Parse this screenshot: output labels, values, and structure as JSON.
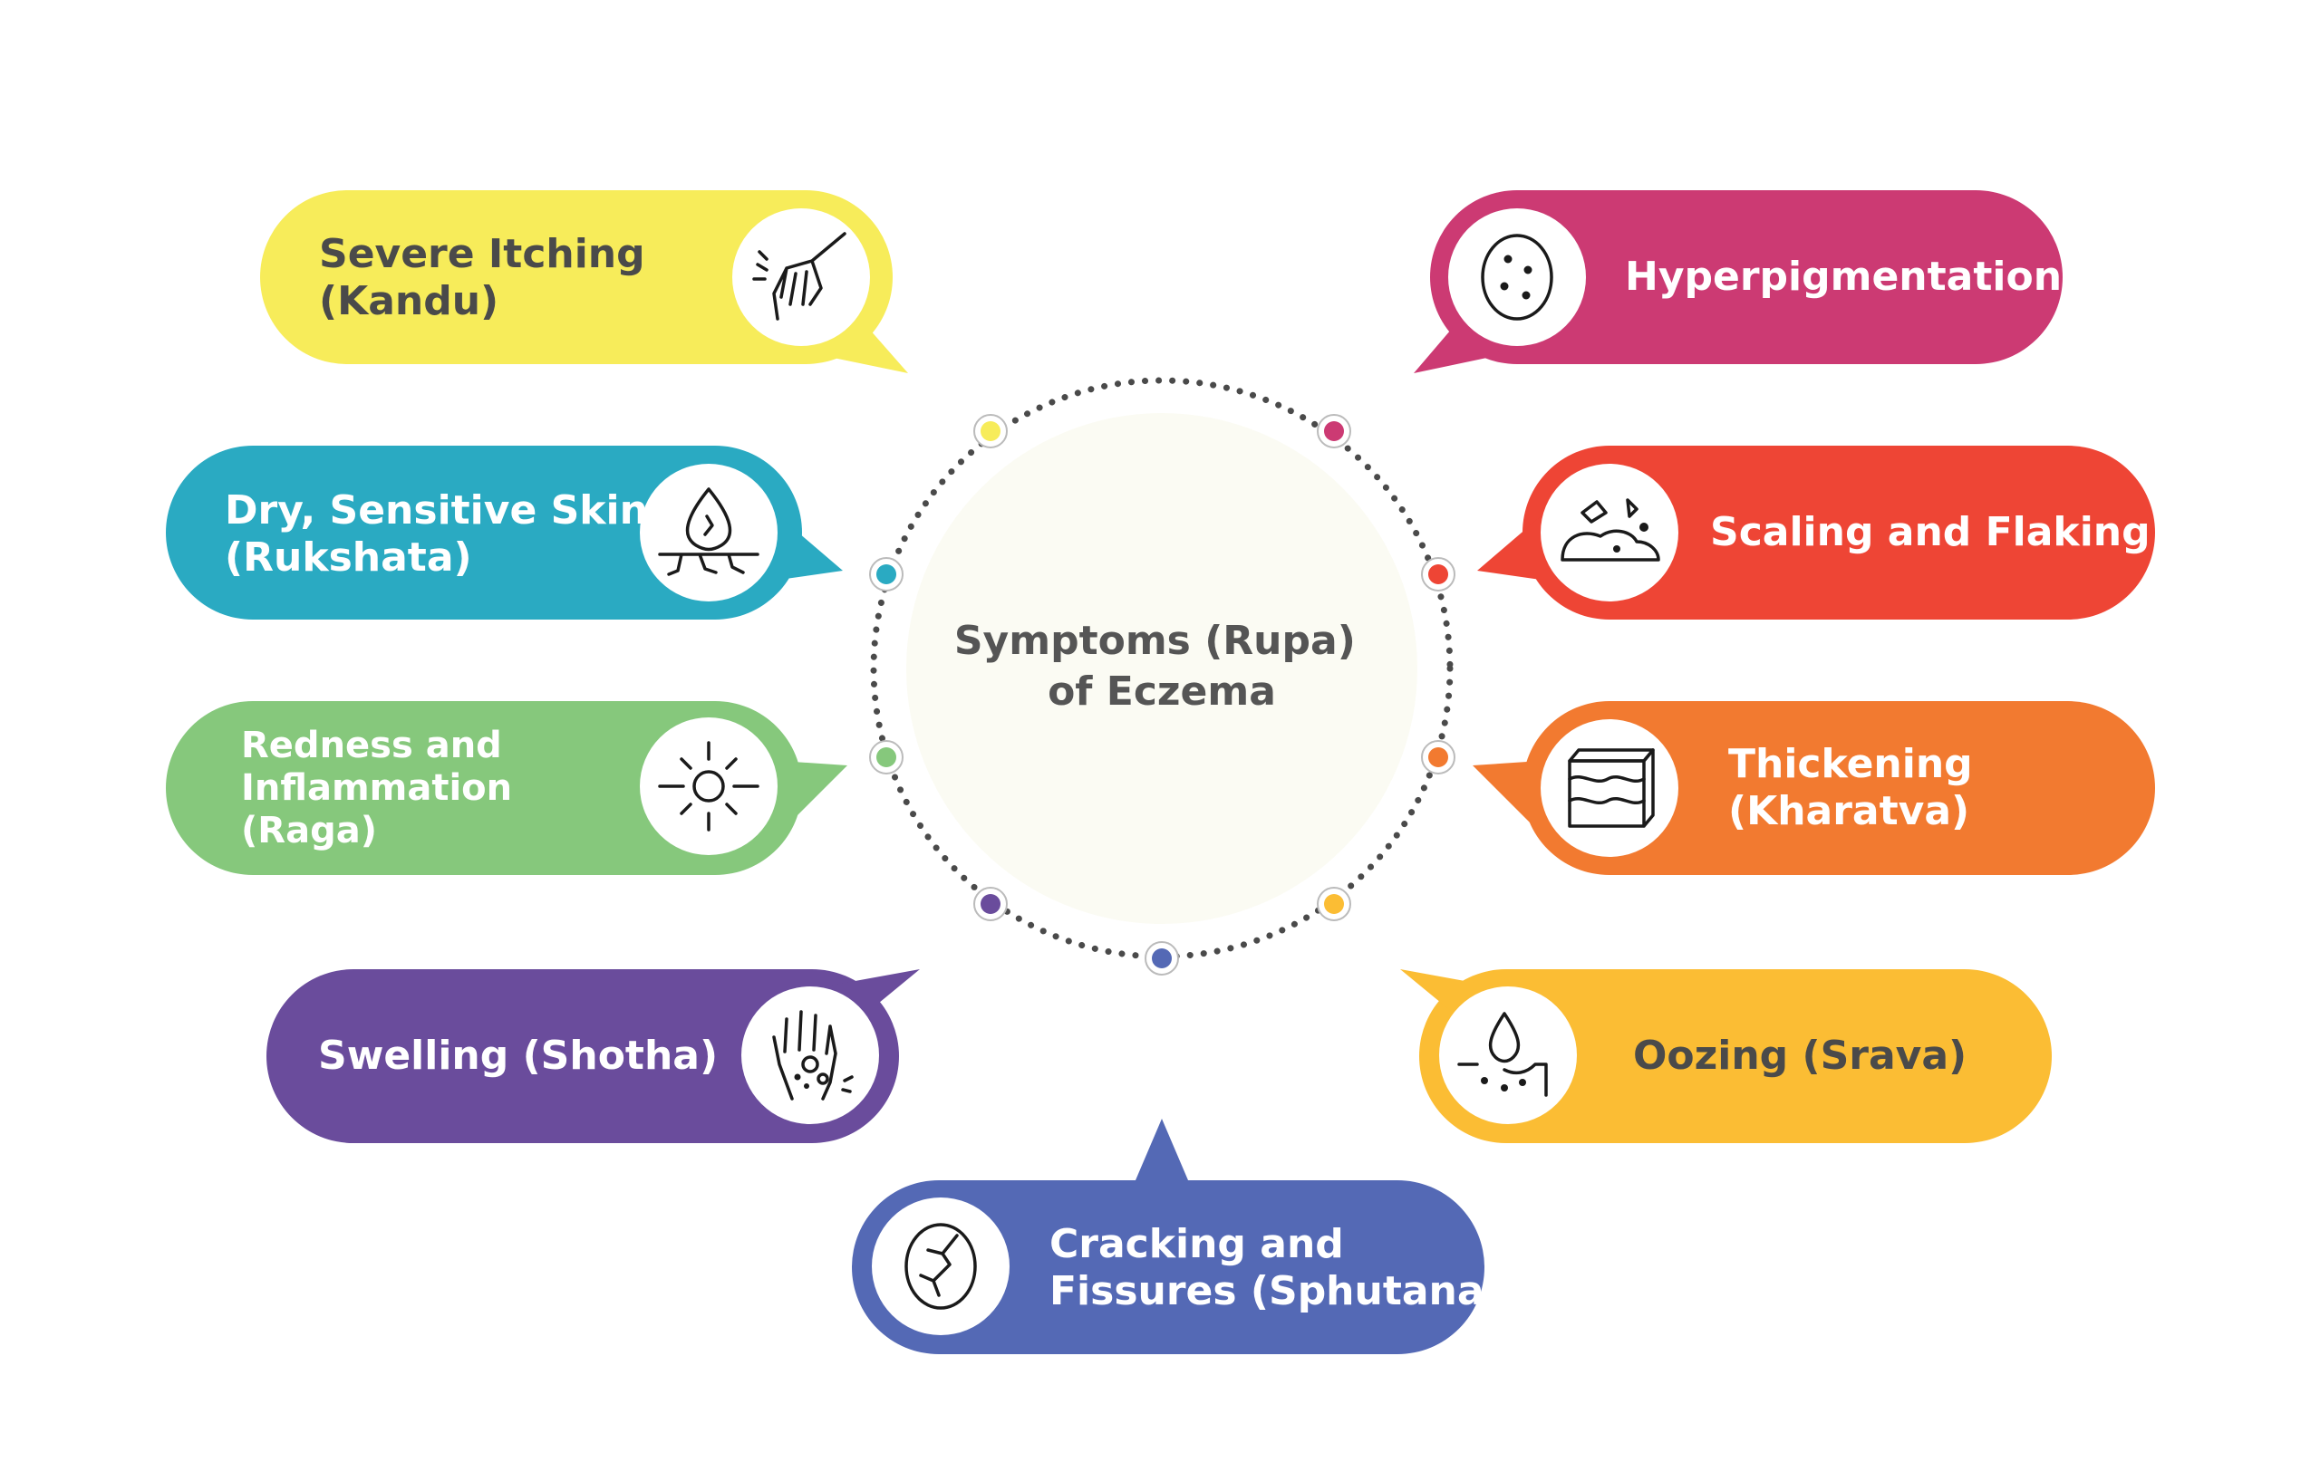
{
  "center": {
    "title_line1": "Symptoms (Rupa)",
    "title_line2": "of Eczema",
    "fill": "#fbfbf3",
    "text_color": "#555555",
    "dot_color": "#4a4a4a"
  },
  "symptoms": [
    {
      "id": "severe-itching",
      "lines": [
        "Severe Itching",
        "(Kandu)"
      ],
      "color": "#f7ec5a",
      "text_color": "#4a4a4a",
      "icon": "scratching-hand-icon"
    },
    {
      "id": "hyperpigmentation",
      "lines": [
        "Hyperpigmentation"
      ],
      "color": "#cc3a73",
      "text_color": "#ffffff",
      "icon": "spotted-skin-icon"
    },
    {
      "id": "dry-sensitive-skin",
      "lines": [
        "Dry, Sensitive Skin",
        "(Rukshata)"
      ],
      "color": "#2aaac2",
      "text_color": "#ffffff",
      "icon": "dry-cracked-skin-icon"
    },
    {
      "id": "scaling-flaking",
      "lines": [
        "Scaling and Flaking"
      ],
      "color": "#ee4535",
      "text_color": "#ffffff",
      "icon": "flaking-skin-icon"
    },
    {
      "id": "redness-inflammation",
      "lines": [
        "Redness and",
        "Inflammation",
        "(Raga)"
      ],
      "color": "#86c87c",
      "text_color": "#ffffff",
      "icon": "inflammation-icon"
    },
    {
      "id": "thickening",
      "lines": [
        "Thickening",
        "(Kharatva)"
      ],
      "color": "#f27a30",
      "text_color": "#ffffff",
      "icon": "skin-layers-icon"
    },
    {
      "id": "swelling",
      "lines": [
        "Swelling (Shotha)"
      ],
      "color": "#6a4c9c",
      "text_color": "#ffffff",
      "icon": "swollen-hand-icon"
    },
    {
      "id": "oozing",
      "lines": [
        "Oozing (Srava)"
      ],
      "color": "#fbbd34",
      "text_color": "#4a4a4a",
      "icon": "oozing-drop-icon"
    },
    {
      "id": "cracking-fissures",
      "lines": [
        "Cracking and",
        "Fissures (Sphutana)"
      ],
      "color": "#5469b5",
      "text_color": "#ffffff",
      "icon": "cracked-skin-icon"
    }
  ]
}
